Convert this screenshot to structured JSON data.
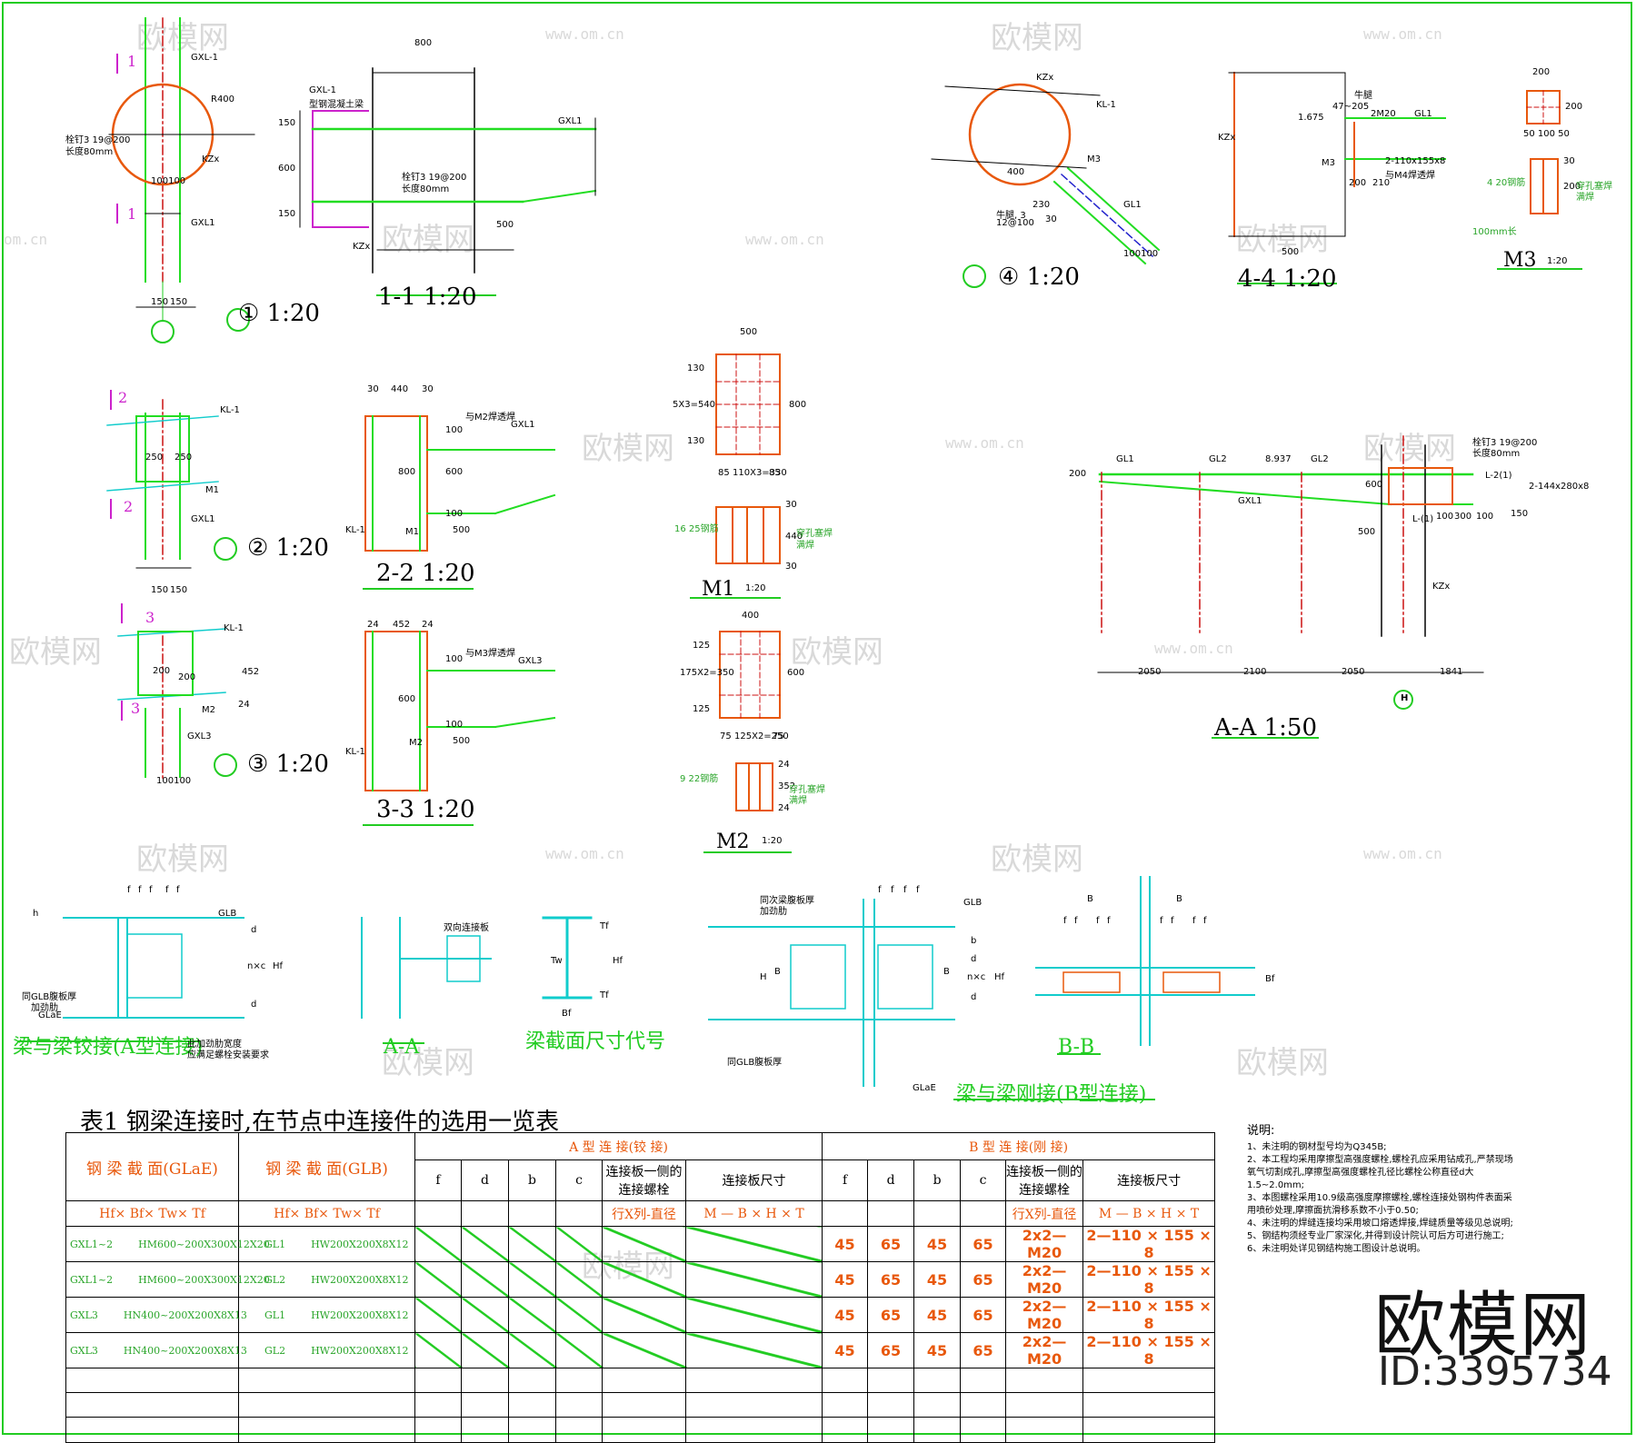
{
  "watermark": {
    "brand": "欧模网",
    "url": "www.om.cn",
    "url_short": "om.cn"
  },
  "brand_mark": {
    "name": "欧模网",
    "id": "ID:3395734"
  },
  "drawings": {
    "d1": {
      "title": "① 1:20",
      "dims": [
        "150",
        "150",
        "100100",
        "R400"
      ],
      "notes": [
        "GXL-1",
        "KZx",
        "GXL1",
        "栓钉3 19@200",
        "长度80mm"
      ],
      "marks": [
        "1",
        "1"
      ]
    },
    "d11": {
      "title": "1-1  1:20",
      "dims": [
        "800",
        "150",
        "600",
        "150",
        "500"
      ],
      "notes": [
        "GXL-1",
        "型钢混凝土梁",
        "GXL1",
        "栓钉3 19@200",
        "长度80mm",
        "KZx"
      ]
    },
    "d2": {
      "title": "② 1:20",
      "dims": [
        "250",
        "250",
        "150",
        "150"
      ],
      "notes": [
        "KL-1",
        "GXL1",
        "M1"
      ],
      "marks": [
        "2",
        "2"
      ]
    },
    "d22": {
      "title": "2-2  1:20",
      "dims": [
        "30",
        "440",
        "30",
        "800",
        "600",
        "100",
        "100",
        "500"
      ],
      "notes": [
        "与M2焊透焊",
        "GXL1",
        "KL-1",
        "M1"
      ]
    },
    "d3": {
      "title": "③ 1:20",
      "dims": [
        "200",
        "200",
        "452",
        "24",
        "100100"
      ],
      "notes": [
        "KL-1",
        "GXL3",
        "M2"
      ],
      "marks": [
        "3",
        "3"
      ]
    },
    "d33": {
      "title": "3-3  1:20",
      "dims": [
        "24",
        "452",
        "24",
        "600",
        "100",
        "100",
        "500"
      ],
      "notes": [
        "与M3焊透焊",
        "GXL3",
        "KL-1",
        "M2"
      ]
    },
    "m1": {
      "title": "M1",
      "scale": "1:20",
      "dims": [
        "500",
        "130",
        "5X3=540",
        "130",
        "800",
        "85",
        "110X3=330",
        "85",
        "30",
        "440",
        "30"
      ],
      "notes": [
        "16 25钢筋",
        "穿孔塞焊",
        "满焊"
      ]
    },
    "m2": {
      "title": "M2",
      "scale": "1:20",
      "dims": [
        "400",
        "125",
        "175X2=350",
        "125",
        "600",
        "75",
        "125X2=250",
        "75",
        "24",
        "352",
        "24"
      ],
      "notes": [
        "9 22钢筋",
        "穿孔塞焊",
        "满焊"
      ]
    },
    "d4": {
      "title": "④ 1:20",
      "dims": [
        "400",
        "230",
        "30",
        "100100"
      ],
      "notes": [
        "KZx",
        "KL-1",
        "M3",
        "GL1",
        "牛腿, 3",
        "12@100"
      ]
    },
    "d44": {
      "title": "4-4  1:20",
      "dims": [
        "1.675",
        "47~205",
        "2M20",
        "500",
        "200",
        "210"
      ],
      "notes": [
        "KZx",
        "牛腿",
        "GL1",
        "M3",
        "2-110x155x8",
        "与M4焊透焊"
      ]
    },
    "m3": {
      "title": "M3",
      "scale": "1:20",
      "dims": [
        "200",
        "50 100 50",
        "200",
        "30",
        "200"
      ],
      "notes": [
        "4 20钢筋",
        "100mm长",
        "穿孔塞焊",
        "满焊"
      ]
    },
    "aa": {
      "title": "A-A  1:50",
      "dims": [
        "2050",
        "2100",
        "2050",
        "1841",
        "200",
        "600",
        "500",
        "100",
        "300",
        "100",
        "150"
      ],
      "notes": [
        "GL1",
        "GL2",
        "8.937",
        "GL2",
        "GXL1",
        "栓钉3 19@200",
        "长度80mm",
        "L-2(1)",
        "2-144x280x8",
        "L-(1)",
        "KZx",
        "H"
      ]
    },
    "ja": {
      "title": "梁与梁铰接(A型连接)",
      "notes": [
        "GLB",
        "同GLB腹板厚",
        "加劲肋",
        "GLaE",
        "此加劲肋宽度",
        "应满足螺栓安装要求"
      ],
      "dims": [
        "f",
        "f",
        "f",
        "f",
        "f",
        "d",
        "n×c",
        "d",
        "Hf",
        "h"
      ]
    },
    "sa": {
      "title": "A-A",
      "notes": [
        "双向连接板"
      ]
    },
    "bs": {
      "title": "梁截面尺寸代号",
      "dims": [
        "Tf",
        "Tw",
        "Hf",
        "Bf",
        "Tf"
      ]
    },
    "rb": {
      "title": "梁与梁刚接(B型连接)",
      "notes": [
        "同次梁腹板厚",
        "加劲肋",
        "GLB",
        "同GLB腹板厚",
        "GLaE"
      ],
      "dims": [
        "f",
        "f",
        "f",
        "f",
        "b",
        "d",
        "n×c",
        "d",
        "Hf",
        "H",
        "B",
        "B"
      ]
    },
    "sb": {
      "title": "B-B",
      "dims": [
        "f",
        "f",
        "f",
        "f",
        "f",
        "f",
        "f",
        "f",
        "B",
        "B",
        "Bf"
      ]
    }
  },
  "table": {
    "title": "表1  钢梁连接时,在节点中连接件的选用一览表",
    "col_glae": "钢 梁 截 面(GLaE)",
    "col_glb": "钢 梁 截 面(GLB)",
    "group_a": "A 型 连 接(铰 接)",
    "group_b": "B 型 连 接(刚 接)",
    "sub_f": "f",
    "sub_d": "d",
    "sub_b": "b",
    "sub_c": "c",
    "sub_bolt": "连接板一侧的连接螺栓",
    "sub_plate": "连接板尺寸",
    "fmt_glae": "Hf× Bf× Tw× Tf",
    "fmt_glb": "Hf× Bf× Tw× Tf",
    "fmt_bolt": "行X列-直径",
    "fmt_plate": "M — B × H × T",
    "rows": [
      {
        "glae_name": "GXL1~2",
        "glae_sec": "HM600~200X300X12X20",
        "glb_name": "GL1",
        "glb_sec": "HW200X200X8X12",
        "f": "45",
        "d": "65",
        "b": "45",
        "c": "65",
        "bolt": "2x2—M20",
        "plate": "2—110 × 155 × 8"
      },
      {
        "glae_name": "GXL1~2",
        "glae_sec": "HM600~200X300X12X20",
        "glb_name": "GL2",
        "glb_sec": "HW200X200X8X12",
        "f": "45",
        "d": "65",
        "b": "45",
        "c": "65",
        "bolt": "2x2—M20",
        "plate": "2—110 × 155 × 8"
      },
      {
        "glae_name": "GXL3",
        "glae_sec": "HN400~200X200X8X13",
        "glb_name": "GL1",
        "glb_sec": "HW200X200X8X12",
        "f": "45",
        "d": "65",
        "b": "45",
        "c": "65",
        "bolt": "2x2—M20",
        "plate": "2—110 × 155 × 8"
      },
      {
        "glae_name": "GXL3",
        "glae_sec": "HN400~200X200X8X13",
        "glb_name": "GL2",
        "glb_sec": "HW200X200X8X12",
        "f": "45",
        "d": "65",
        "b": "45",
        "c": "65",
        "bolt": "2x2—M20",
        "plate": "2—110 × 155 × 8"
      }
    ]
  },
  "notes": {
    "heading": "说明:",
    "items": [
      "1、未注明的钢材型号均为Q345B;",
      "2、本工程均采用摩擦型高强度螺栓,螺栓孔应采用钻成孔,严禁现场氧气切割成孔,摩擦型高强度螺栓孔径比螺栓公称直径d大1.5~2.0mm;",
      "3、本图螺栓采用10.9级高强度摩擦螺栓,螺栓连接处钢构件表面采用喷砂处理,摩擦面抗滑移系数不小于0.50;",
      "4、未注明的焊缝连接均采用坡口熔透焊接,焊缝质量等级见总说明;",
      "5、钢结构须经专业厂家深化,并得到设计院认可后方可进行施工;",
      "6、未注明处详见钢结构施工图设计总说明。"
    ]
  },
  "colors": {
    "frame": "#22cc22",
    "steel": "#22dd22",
    "plate": "#e8580c",
    "column": "#cc1111",
    "cyan": "#11cccc",
    "magenta": "#cc22cc",
    "blue": "#2222cc"
  }
}
